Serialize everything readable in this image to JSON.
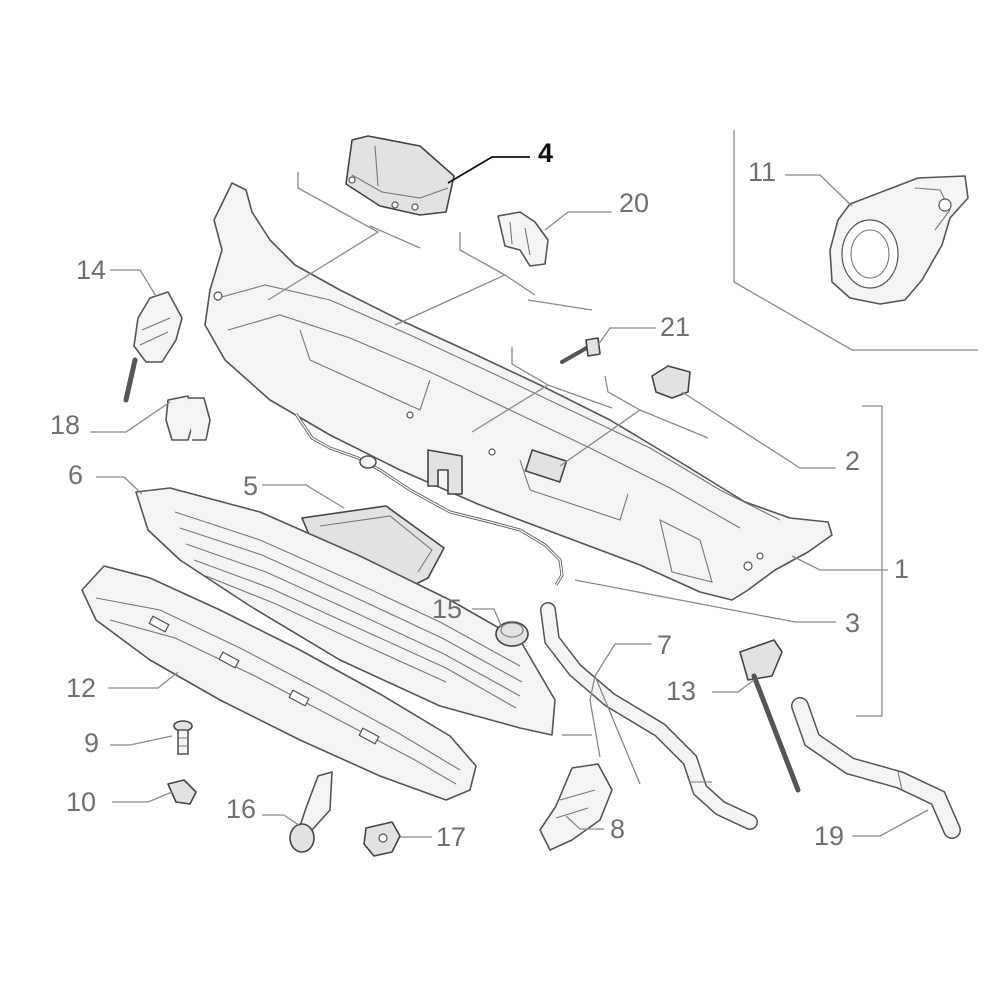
{
  "diagram": {
    "callouts": [
      {
        "id": "1",
        "label": "1"
      },
      {
        "id": "2",
        "label": "2"
      },
      {
        "id": "3",
        "label": "3"
      },
      {
        "id": "4",
        "label": "4",
        "highlighted": true
      },
      {
        "id": "5",
        "label": "5"
      },
      {
        "id": "6",
        "label": "6"
      },
      {
        "id": "7",
        "label": "7"
      },
      {
        "id": "8",
        "label": "8"
      },
      {
        "id": "9",
        "label": "9"
      },
      {
        "id": "10",
        "label": "10"
      },
      {
        "id": "11",
        "label": "11"
      },
      {
        "id": "12",
        "label": "12"
      },
      {
        "id": "13",
        "label": "13"
      },
      {
        "id": "14",
        "label": "14"
      },
      {
        "id": "15",
        "label": "15"
      },
      {
        "id": "16",
        "label": "16"
      },
      {
        "id": "17",
        "label": "17"
      },
      {
        "id": "18",
        "label": "18"
      },
      {
        "id": "19",
        "label": "19"
      },
      {
        "id": "20",
        "label": "20"
      },
      {
        "id": "21",
        "label": "21"
      }
    ],
    "colors": {
      "line_art": "#555555",
      "callout_text": "#707070",
      "highlight": "#111111",
      "background": "#ffffff"
    }
  }
}
